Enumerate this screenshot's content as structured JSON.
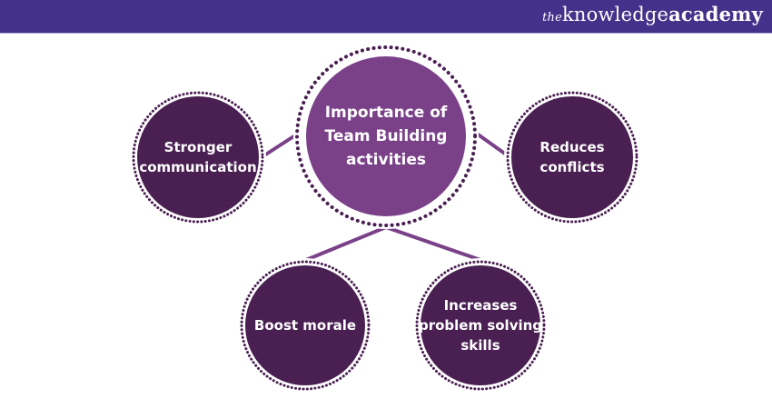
{
  "header": {
    "brand_prefix": "the",
    "brand_main": "knowledge",
    "brand_suffix": "academy"
  },
  "colors": {
    "header_bg": "#44318a",
    "center_fill": "#7a4189",
    "node_fill": "#4a1f52",
    "dots": "#4a1f52",
    "connector": "#7a4189"
  },
  "diagram": {
    "center": {
      "id": "center",
      "text": "Importance of Team Building activities",
      "lines": [
        "Importance of",
        "Team Building",
        "activities"
      ]
    },
    "nodes": [
      {
        "id": "stronger-communication",
        "text": "Stronger communication",
        "lines": [
          "Stronger",
          "communication"
        ]
      },
      {
        "id": "reduces-conflicts",
        "text": "Reduces conflicts",
        "lines": [
          "Reduces",
          "conflicts"
        ]
      },
      {
        "id": "boost-morale",
        "text": "Boost morale",
        "lines": [
          "Boost morale"
        ]
      },
      {
        "id": "increases-problem-solving-skills",
        "text": "Increases problem solving skills",
        "lines": [
          "Increases",
          "problem solving",
          "skills"
        ]
      }
    ],
    "edges": [
      {
        "from": "center",
        "to": "stronger-communication"
      },
      {
        "from": "center",
        "to": "reduces-conflicts"
      },
      {
        "from": "center",
        "to": "boost-morale"
      },
      {
        "from": "center",
        "to": "increases-problem-solving-skills"
      }
    ]
  }
}
